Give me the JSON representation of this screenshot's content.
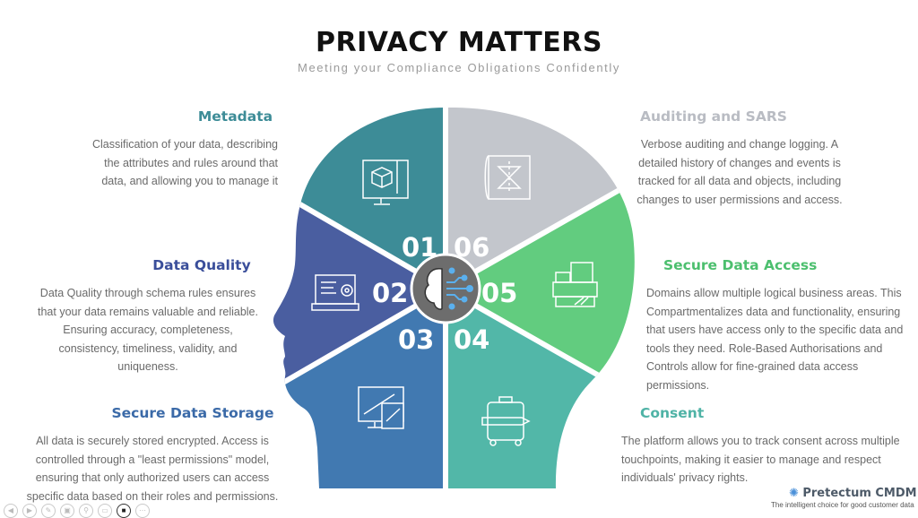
{
  "title": "PRIVACY MATTERS",
  "subtitle": "Meeting your Compliance Obligations Confidently",
  "sections": [
    {
      "num": "01",
      "title": "Metadata",
      "color": "#3d8c97",
      "icon": "monitor-cube-icon",
      "lines": [
        "Classification of your data, describing",
        "the attributes and rules around that",
        "data, and allowing you to manage it"
      ]
    },
    {
      "num": "02",
      "title": "Data Quality",
      "color": "#4a5ea0",
      "icon": "laptop-gear-icon",
      "lines": [
        "Data Quality through schema rules ensures",
        "that your data remains valuable and reliable.",
        "Ensuring  accuracy, completeness,",
        "consistency, timeliness, validity, and",
        "uniqueness."
      ]
    },
    {
      "num": "03",
      "title": "Secure Data Storage",
      "color": "#4179b1",
      "icon": "devices-icon",
      "lines": [
        "All data is securely stored encrypted. Access  is",
        "controlled through a \"least permissions\" model,",
        "ensuring that only authorized users can access",
        "specific data based on their roles and permissions."
      ]
    },
    {
      "num": "04",
      "title": "Consent",
      "color": "#52b7a8",
      "icon": "suitcase-pencil-icon",
      "lines": [
        "The platform allows you to track consent across multiple",
        "touchpoints, making it easier to manage and respect",
        "individuals' privacy rights."
      ]
    },
    {
      "num": "05",
      "title": "Secure Data Access",
      "color": "#62cc7f",
      "icon": "boxes-icon",
      "lines": [
        "Domains allow multiple logical business areas. This",
        "Compartmentalizes data and functionality, ensuring",
        "that users have access only to the specific data and",
        "tools they need.  Role-Based Authorisations and",
        "Controls allow for fine-grained data access",
        "permissions."
      ]
    },
    {
      "num": "06",
      "title": "Auditing and SARS",
      "color": "#c3c6cc",
      "icon": "blueprint-icon",
      "lines": [
        " Verbose auditing and change logging. A",
        "detailed history of changes and events is",
        "tracked for all data and objects, including",
        "changes to user permissions and access."
      ]
    }
  ],
  "logo": {
    "name": "Pretectum CMDM",
    "tagline": "The intelligent choice for good customer data"
  },
  "toolbar": [
    "previous",
    "next",
    "pen",
    "slides",
    "zoom",
    "subtitles",
    "camera",
    "more"
  ]
}
